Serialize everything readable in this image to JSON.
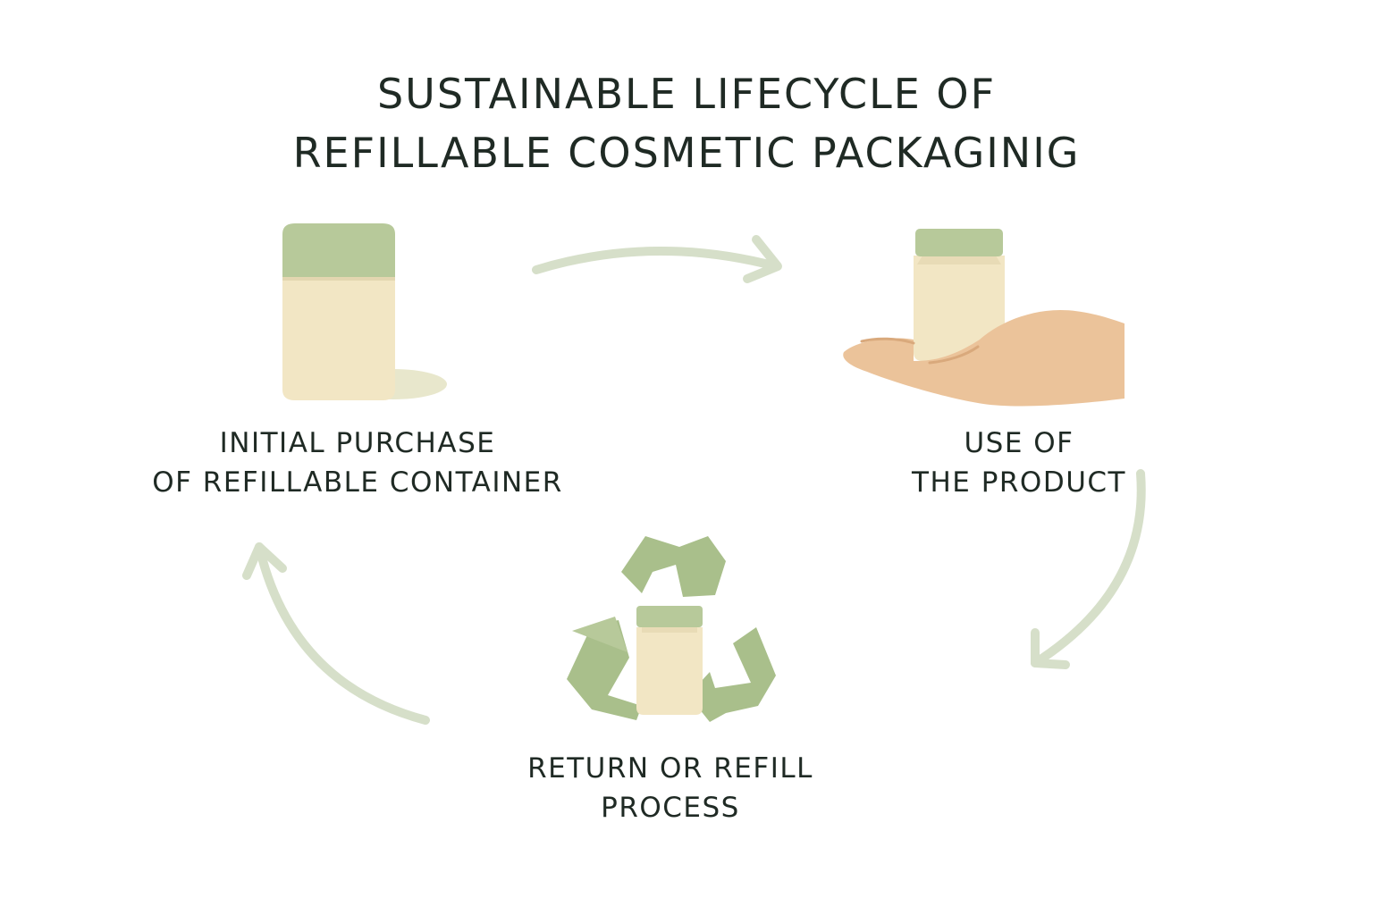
{
  "title": {
    "line1": "SUSTAINABLE LIFECYCLE OF",
    "line2": "REFILLABLE COSMETIC PACKAGINIG"
  },
  "stages": {
    "initial": {
      "line1": "INITIAL PURCHASE",
      "line2": "OF REFILLABLE CONTAINER",
      "icon": "jar-icon"
    },
    "use": {
      "line1": "USE OF",
      "line2": "THE PRODUCT",
      "icon": "hand-holding-jar-icon"
    },
    "return": {
      "line1": "RETURN OR REFILL",
      "line2": "PROCESS",
      "icon": "recycle-icon"
    }
  },
  "colors": {
    "lid_green": "#b7c99a",
    "body_cream": "#f2e6c4",
    "arrow_green": "#d6dfc9",
    "recycle_green": "#a9bf8b",
    "skin": "#ebc39a",
    "text": "#1f2a24"
  }
}
